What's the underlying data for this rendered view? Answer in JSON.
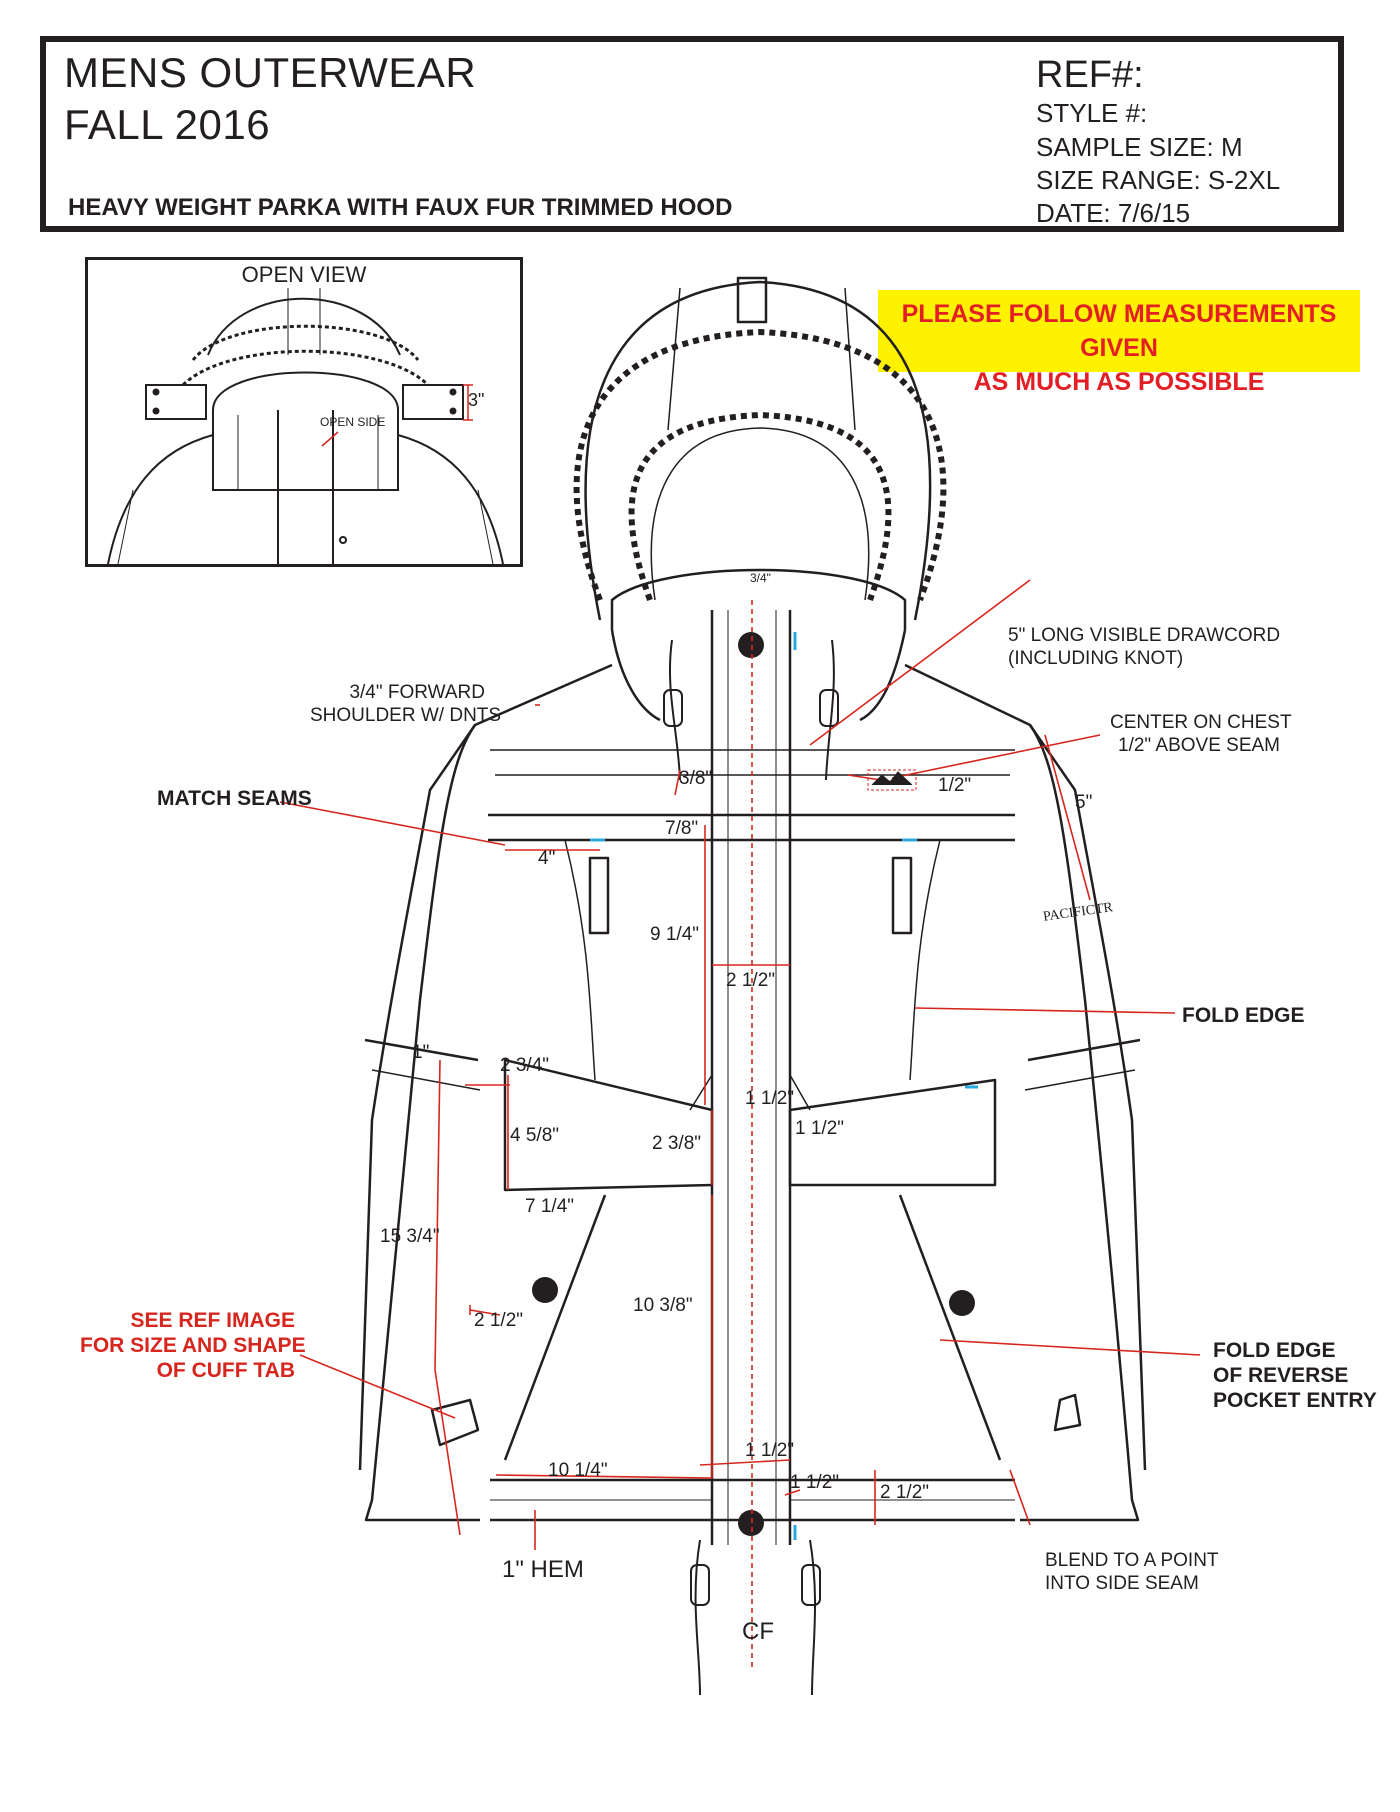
{
  "header": {
    "line1": "MENS OUTERWEAR",
    "line2": "FALL 2016",
    "subtitle": "HEAVY WEIGHT PARKA WITH FAUX FUR TRIMMED HOOD",
    "ref": "REF#:",
    "style": "STYLE #:",
    "sample_size": "SAMPLE SIZE:  M",
    "size_range": "SIZE RANGE: S-2XL",
    "date": "DATE:  7/6/15"
  },
  "notice": {
    "line1": "PLEASE FOLLOW MEASUREMENTS GIVEN",
    "line2": "AS MUCH AS POSSIBLE"
  },
  "open_view": {
    "title": "OPEN VIEW",
    "open_side": "OPEN SIDE",
    "height": "3\""
  },
  "callouts": {
    "drawcord_1": "5\" LONG VISIBLE DRAWCORD",
    "drawcord_2": "(INCLUDING KNOT)",
    "forward_shoulder_1": "3/4\" FORWARD",
    "forward_shoulder_2": "SHOULDER W/ DNTS",
    "center_chest_1": "CENTER ON CHEST",
    "center_chest_2": "1/2\" ABOVE SEAM",
    "match_seams": "MATCH SEAMS",
    "fold_edge": "FOLD EDGE",
    "cuff_1": "SEE REF IMAGE",
    "cuff_2": "FOR SIZE AND SHAPE",
    "cuff_3": "OF CUFF TAB",
    "fold_pocket_1": "FOLD EDGE",
    "fold_pocket_2": "OF REVERSE",
    "fold_pocket_3": "POCKET ENTRY",
    "blend_1": "BLEND TO A POINT",
    "blend_2": "INTO SIDE SEAM",
    "hem": "1\" HEM",
    "cf": "CF",
    "logo_text": "PACIFICTR"
  },
  "measurements": {
    "collar": "3/4\"",
    "yoke_3_8": "3/8\"",
    "half_chest": "1/2\"",
    "sleeve_5": "5\"",
    "yoke_7_8": "7/8\"",
    "pocket_4": "4\"",
    "chest_9_1_4": "9 1/4\"",
    "placket_2_1_2": "2 1/2\"",
    "band_1": "1\"",
    "belt_2_3_4": "2 3/4\"",
    "belt_1_1_2_a": "1 1/2\"",
    "belt_1_1_2_b": "1 1/2\"",
    "belt_4_5_8": "4 5/8\"",
    "belt_2_3_8": "2 3/8\"",
    "belt_7_1_4": "7 1/4\"",
    "sleeve_15_3_4": "15 3/4\"",
    "lower_10_3_8": "10 3/8\"",
    "cuff_2_1_2": "2 1/2\"",
    "hem_1_1_2_a": "1 1/2\"",
    "hem_1_1_2_b": "1 1/2\"",
    "hem_10_1_4": "10 1/4\"",
    "hem_2_1_2": "2 1/2\""
  }
}
